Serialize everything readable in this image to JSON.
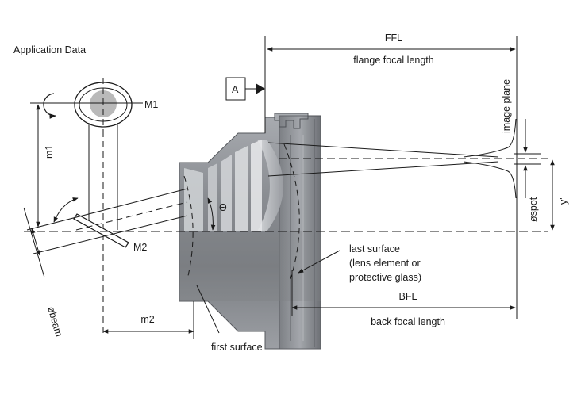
{
  "title": "Application Data",
  "labels": {
    "ffl": "FFL",
    "flange_focal_length": "flange focal length",
    "datum": "A",
    "m1_mirror": "M1",
    "m2_mirror": "M2",
    "m1_distance": "m1",
    "m2_distance": "m2",
    "theta": "Θ",
    "image_plane": "image plane",
    "spot": "øspot",
    "y_prime": "y'",
    "beam": "øbeam",
    "last_surface_1": "last surface",
    "last_surface_2": "(lens element or",
    "last_surface_3": "protective glass)",
    "bfl": "BFL",
    "back_focal_length": "back focal length",
    "first_surface": "first surface"
  },
  "colors": {
    "line": "#1a1a1a",
    "lens_body": "#8e9196",
    "lens_light": "#c9ccd0",
    "lens_dark": "#5d6066",
    "mirror_disc": "#b9b9b9"
  }
}
